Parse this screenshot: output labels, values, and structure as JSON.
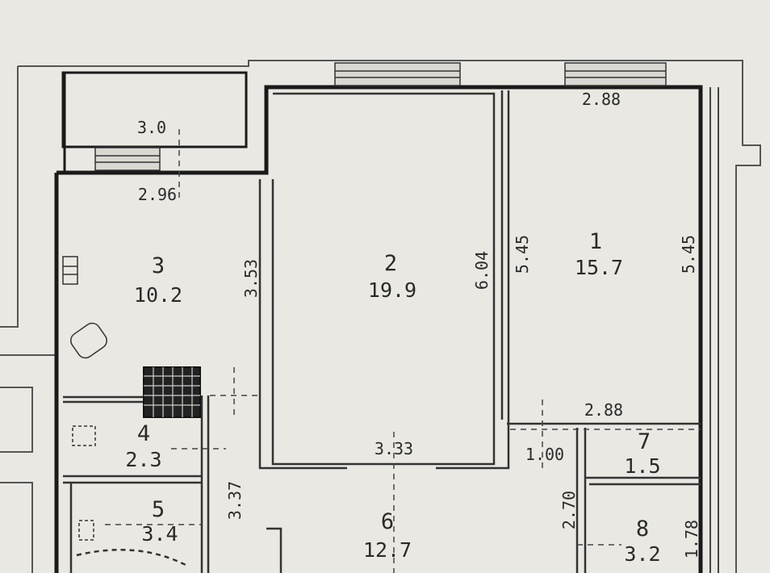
{
  "rooms": [
    {
      "num": "1",
      "area": "15.7"
    },
    {
      "num": "2",
      "area": "19.9"
    },
    {
      "num": "3",
      "area": "10.2"
    },
    {
      "num": "4",
      "area": "2.3"
    },
    {
      "num": "5",
      "area": "3.4"
    },
    {
      "num": "6",
      "area": "12.7"
    },
    {
      "num": "7",
      "area": "1.5"
    },
    {
      "num": "8",
      "area": "3.2"
    }
  ],
  "dimensions": {
    "balcony_width": "3.0",
    "kitchen_width": "2.96",
    "kitchen_depth": "3.53",
    "room2_depth": "6.04",
    "room2_width": "3.33",
    "room1_width_top": "2.88",
    "room1_depth_left": "5.45",
    "room1_depth_right": "5.45",
    "closet_width": "2.88",
    "passage_width": "1.00",
    "hall_depth": "2.70",
    "corridor_depth": "3.37",
    "bath_depth": "1.78"
  },
  "colors": {
    "wall": "#1a1a1a",
    "line": "#333333",
    "paper": "#e9e8e3",
    "window": "#d9d8d2"
  }
}
